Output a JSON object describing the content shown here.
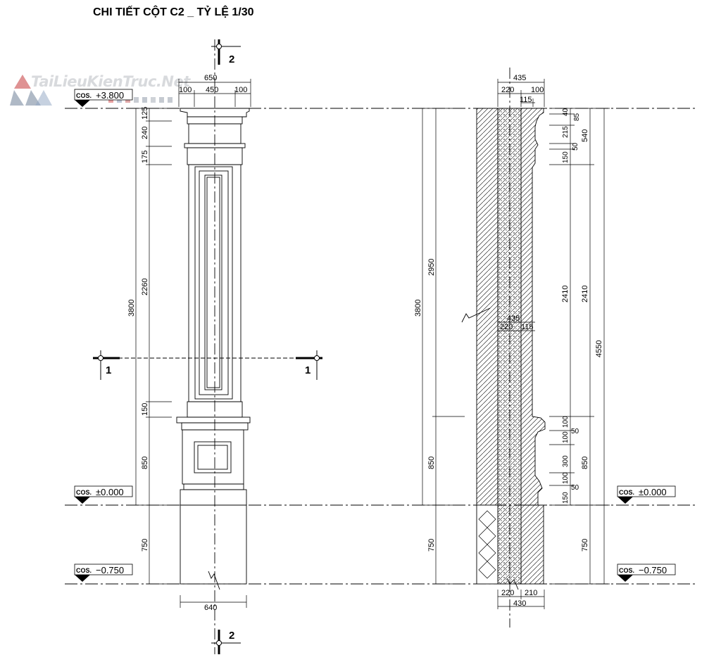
{
  "title": "CHI TIẾT CỘT C2 _ TỶ LỆ 1/30",
  "watermark": "TaiLieuKienTruc.Net",
  "levels": {
    "cos_label": "COS.",
    "top": "+3.800",
    "zero": "±0.000",
    "bottom": "−0.750"
  },
  "sections": {
    "s1": "1",
    "s2": "2"
  },
  "elevation": {
    "top_dims": [
      "650",
      "100",
      "450",
      "100"
    ],
    "left_dims": [
      "125",
      "240",
      "175",
      "2260",
      "150",
      "850",
      "750"
    ],
    "total": "3800",
    "bottom_dim": "640"
  },
  "section_view": {
    "top_dims": [
      "435",
      "220",
      "100",
      "115"
    ],
    "mid_dims": [
      "435",
      "220",
      "115"
    ],
    "bottom_dims": [
      "220",
      "210",
      "430"
    ],
    "left_dims": [
      "2950",
      "3800",
      "850",
      "750"
    ],
    "right_inner": [
      "40",
      "85",
      "215",
      "50",
      "150",
      "2410",
      "100",
      "50",
      "100",
      "300",
      "100",
      "150",
      "50"
    ],
    "right_outer": [
      "540",
      "2410",
      "4550",
      "850",
      "750"
    ]
  }
}
